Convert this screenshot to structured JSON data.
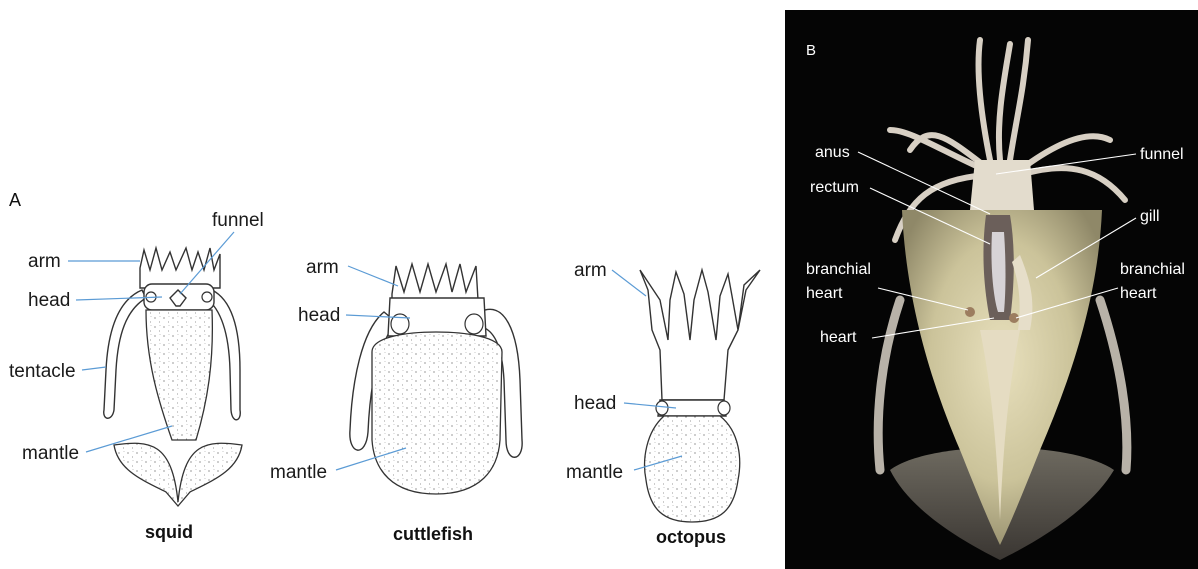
{
  "panel_a": {
    "letter": "A",
    "squid": {
      "caption": "squid",
      "labels": {
        "arm": "arm",
        "funnel": "funnel",
        "head": "head",
        "tentacle": "tentacle",
        "mantle": "mantle"
      }
    },
    "cuttlefish": {
      "caption": "cuttlefish",
      "labels": {
        "arm": "arm",
        "head": "head",
        "mantle": "mantle"
      }
    },
    "octopus": {
      "caption": "octopus",
      "labels": {
        "arm": "arm",
        "head": "head",
        "mantle": "mantle"
      }
    },
    "colors": {
      "pointer": "#5b9bd5",
      "line_art": "#333333"
    }
  },
  "panel_b": {
    "letter": "B",
    "labels": {
      "anus": "anus",
      "rectum": "rectum",
      "funnel": "funnel",
      "gill": "gill",
      "branchial_heart_left_1": "branchial",
      "branchial_heart_left_2": "heart",
      "branchial_heart_right_1": "branchial",
      "branchial_heart_right_2": "heart",
      "heart": "heart"
    },
    "colors": {
      "background": "#050505",
      "pointer": "#ffffff"
    }
  }
}
